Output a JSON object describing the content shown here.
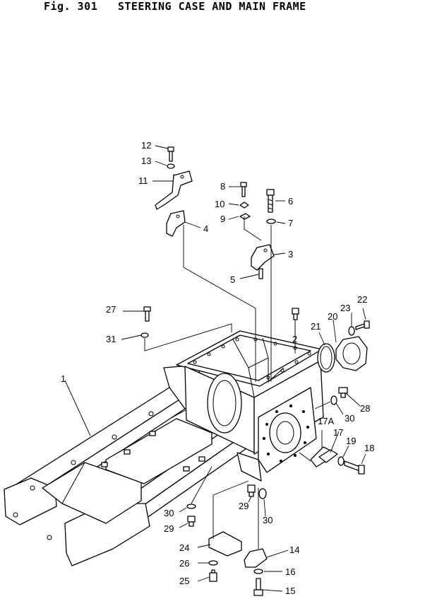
{
  "figure": {
    "number_label": "Fig. 301",
    "title": "STEERING CASE AND MAIN FRAME"
  },
  "callouts": {
    "c1": "1",
    "c2": "2",
    "c3": "3",
    "c4": "4",
    "c5": "5",
    "c6": "6",
    "c7": "7",
    "c8": "8",
    "c9": "9",
    "c10": "10",
    "c11": "11",
    "c12": "12",
    "c13": "13",
    "c14": "14",
    "c15": "15",
    "c16": "16",
    "c17": "17",
    "c17a": "17A",
    "c18": "18",
    "c19": "19",
    "c20": "20",
    "c21": "21",
    "c22": "22",
    "c23": "23",
    "c24": "24",
    "c25": "25",
    "c26": "26",
    "c27": "27",
    "c28": "28",
    "c29a": "29",
    "c29b": "29",
    "c30a": "30",
    "c30b": "30",
    "c30c": "30",
    "c31": "31"
  }
}
